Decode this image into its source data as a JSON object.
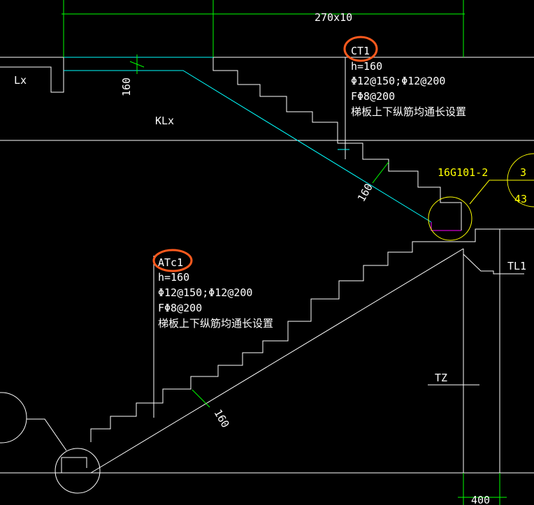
{
  "colors": {
    "background": "#000000",
    "line": "#ffffff",
    "dimension": "#00ff00",
    "upper_slab": "#00ffff",
    "detail_ref": "#ffff00",
    "highlight": "#ff5a1e",
    "magenta": "#ff00ff"
  },
  "top_dimension": "270x10",
  "bottom_dimension": "400",
  "labels": {
    "lx": "Lx",
    "klx": "KLx",
    "tl1": "TL1",
    "tz": "TZ",
    "slab_thickness": "160"
  },
  "detail_ref": {
    "code": "16G101-2",
    "number": "3",
    "page": "43"
  },
  "ct1": {
    "name": "CT1",
    "h": "h=160",
    "rebar": "Φ12@150;Φ12@200",
    "dist": "FΦ8@200",
    "note": "梯板上下纵筋均通长设置"
  },
  "atc1": {
    "name": "ATc1",
    "h": "h=160",
    "rebar": "Φ12@150;Φ12@200",
    "dist": "FΦ8@200",
    "note": "梯板上下纵筋均通长设置"
  }
}
